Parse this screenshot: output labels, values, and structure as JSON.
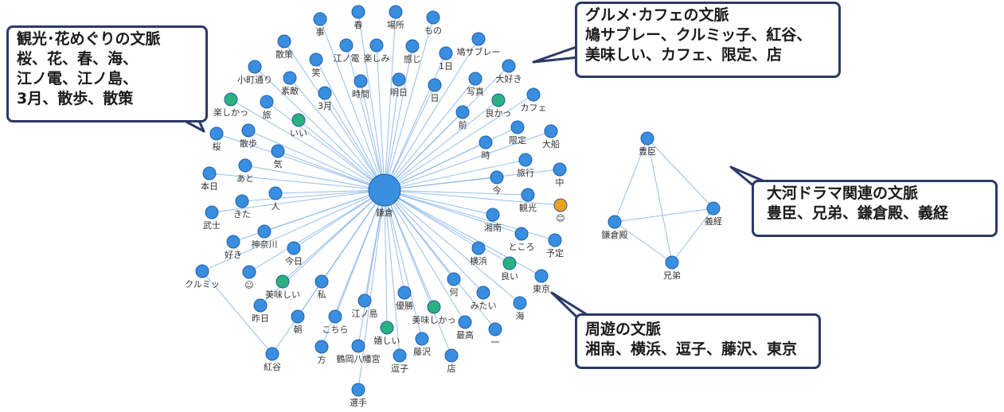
{
  "colors": {
    "node_blue": "#3a8ee0",
    "node_green": "#2bb07f",
    "node_orange": "#f0a020",
    "edge": "#7aaee8",
    "callout_border": "#2b3a67"
  },
  "graph": {
    "hub": "鎌倉",
    "spokes": [
      {
        "label": "事",
        "color": "blue"
      },
      {
        "label": "春",
        "color": "blue"
      },
      {
        "label": "場所",
        "color": "blue"
      },
      {
        "label": "もの",
        "color": "blue"
      },
      {
        "label": "散策",
        "color": "blue"
      },
      {
        "label": "江ノ電",
        "color": "blue"
      },
      {
        "label": "楽しみ",
        "color": "blue"
      },
      {
        "label": "感じ",
        "color": "blue"
      },
      {
        "label": "1日",
        "color": "blue"
      },
      {
        "label": "鳩サブレー",
        "color": "blue"
      },
      {
        "label": "笑",
        "color": "blue"
      },
      {
        "label": "小町通り",
        "color": "blue"
      },
      {
        "label": "素敵",
        "color": "blue"
      },
      {
        "label": "時間",
        "color": "blue"
      },
      {
        "label": "明日",
        "color": "blue"
      },
      {
        "label": "日",
        "color": "blue"
      },
      {
        "label": "写真",
        "color": "blue"
      },
      {
        "label": "大好き",
        "color": "blue"
      },
      {
        "label": "3月",
        "color": "blue"
      },
      {
        "label": "楽しかっ",
        "color": "green"
      },
      {
        "label": "旅",
        "color": "blue"
      },
      {
        "label": "いい",
        "color": "green"
      },
      {
        "label": "良かっ",
        "color": "green"
      },
      {
        "label": "カフェ",
        "color": "blue"
      },
      {
        "label": "前",
        "color": "blue"
      },
      {
        "label": "桜",
        "color": "blue"
      },
      {
        "label": "散歩",
        "color": "blue"
      },
      {
        "label": "限定",
        "color": "blue"
      },
      {
        "label": "大船",
        "color": "blue"
      },
      {
        "label": "気",
        "color": "blue"
      },
      {
        "label": "時",
        "color": "blue"
      },
      {
        "label": "あと",
        "color": "blue"
      },
      {
        "label": "旅行",
        "color": "blue"
      },
      {
        "label": "本日",
        "color": "blue"
      },
      {
        "label": "中",
        "color": "blue"
      },
      {
        "label": "今",
        "color": "blue"
      },
      {
        "label": "人",
        "color": "blue"
      },
      {
        "label": "きた",
        "color": "blue"
      },
      {
        "label": "観光",
        "color": "blue"
      },
      {
        "label": "武士",
        "color": "blue"
      },
      {
        "label": "😊",
        "color": "orange"
      },
      {
        "label": "湘南",
        "color": "blue"
      },
      {
        "label": "神奈川",
        "color": "blue"
      },
      {
        "label": "ところ",
        "color": "blue"
      },
      {
        "label": "好き",
        "color": "blue"
      },
      {
        "label": "予定",
        "color": "blue"
      },
      {
        "label": "今日",
        "color": "blue"
      },
      {
        "label": "横浜",
        "color": "blue"
      },
      {
        "label": "クルミッ",
        "color": "blue"
      },
      {
        "label": "☺",
        "color": "blue"
      },
      {
        "label": "良い",
        "color": "green"
      },
      {
        "label": "東京",
        "color": "blue"
      },
      {
        "label": "美味しい",
        "color": "green"
      },
      {
        "label": "私",
        "color": "blue"
      },
      {
        "label": "何",
        "color": "blue"
      },
      {
        "label": "みたい",
        "color": "blue"
      },
      {
        "label": "昨日",
        "color": "blue"
      },
      {
        "label": "優勝",
        "color": "blue"
      },
      {
        "label": "美味しかっ",
        "color": "green"
      },
      {
        "label": "江ノ島",
        "color": "blue"
      },
      {
        "label": "海",
        "color": "blue"
      },
      {
        "label": "朝",
        "color": "blue"
      },
      {
        "label": "こちら",
        "color": "blue"
      },
      {
        "label": "最高",
        "color": "blue"
      },
      {
        "label": "嬉しい",
        "color": "green"
      },
      {
        "label": "一",
        "color": "blue"
      },
      {
        "label": "藤沢",
        "color": "blue"
      },
      {
        "label": "方",
        "color": "blue"
      },
      {
        "label": "鶴岡八幡宮",
        "color": "blue"
      },
      {
        "label": "紅谷",
        "color": "blue"
      },
      {
        "label": "店",
        "color": "blue"
      },
      {
        "label": "逗子",
        "color": "blue"
      },
      {
        "label": "選手",
        "color": "blue"
      }
    ],
    "extra_edges": [
      [
        "クルミッ",
        "紅谷"
      ]
    ],
    "cluster": {
      "nodes": [
        "豊臣",
        "義経",
        "鎌倉殿",
        "兄弟"
      ],
      "edges": [
        [
          "豊臣",
          "義経"
        ],
        [
          "豊臣",
          "鎌倉殿"
        ],
        [
          "豊臣",
          "兄弟"
        ],
        [
          "鎌倉殿",
          "義経"
        ],
        [
          "鎌倉殿",
          "兄弟"
        ],
        [
          "義経",
          "兄弟"
        ]
      ]
    }
  },
  "callouts": {
    "sightseeing": {
      "lines": [
        "観光･花めぐりの文脈",
        "桜、花、春、海、",
        "江ノ電、江ノ島、",
        "3月、散歩、散策"
      ]
    },
    "gourmet": {
      "lines": [
        "グルメ･カフェの文脈",
        "鳩サブレー、クルミッ子、紅谷、",
        "美味しい、カフェ、限定、店"
      ]
    },
    "taiga": {
      "lines": [
        "大河ドラマ関連の文脈",
        "豊臣、兄弟、鎌倉殿、義経"
      ]
    },
    "touring": {
      "lines": [
        "周遊の文脈",
        "湘南、横浜、逗子、藤沢、東京"
      ]
    }
  }
}
